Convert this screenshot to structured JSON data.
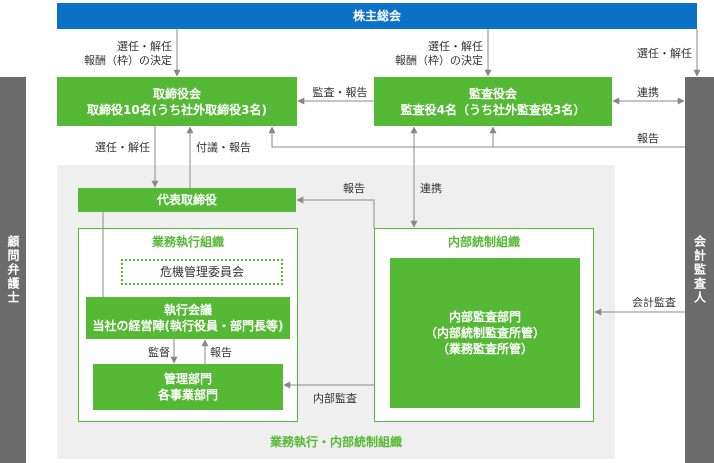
{
  "shareholders_meeting": "株主総会",
  "board": {
    "title": "取締役会",
    "members": "取締役10名(うち社外取締役3名)"
  },
  "audit_board": {
    "title": "監査役会",
    "members": "監査役4名（うち社外監査役3名）"
  },
  "legal_advisor": "顧問弁護士",
  "accounting_auditor": "会計監査人",
  "representative_director": "代表取締役",
  "business_execution": {
    "title": "業務執行組織",
    "risk_committee": "危機管理委員会",
    "executive_meeting_title": "執行会議",
    "executive_meeting_members": "当社の経営陣(執行役員・部門長等)",
    "management_depts_line1": "管理部門",
    "management_depts_line2": "各事業部門"
  },
  "internal_control": {
    "title": "内部統制組織",
    "audit_dept_line1": "内部監査部門",
    "audit_dept_line2": "（内部統制監査所管）",
    "audit_dept_line3": "（業務監査所管）"
  },
  "outer_region_label": "業務執行・内部統制組織",
  "labels": {
    "elect_dismiss": "選任・解任",
    "remuneration_decision": "報酬（枠）の決定",
    "audit_report": "監査・報告",
    "cooperation": "連携",
    "report": "報告",
    "refer_report": "付議・報告",
    "accounting_audit": "会計監査",
    "supervision": "監督",
    "internal_audit": "内部監査"
  },
  "colors": {
    "blue": "#0b72c8",
    "green": "#56b936",
    "gray_bar": "#6b6b6b",
    "gray_region": "#efefef",
    "line": "#888888"
  }
}
